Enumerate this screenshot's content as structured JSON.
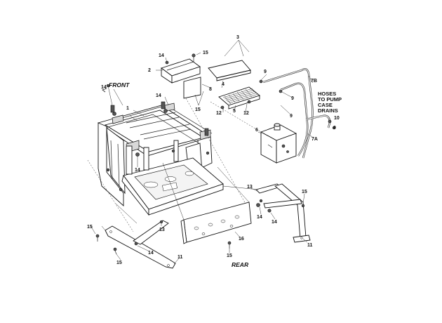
{
  "labels": {
    "front": "FRONT",
    "rear": "REAR",
    "hoses_note": [
      "HOSES",
      "TO PUMP",
      "CASE",
      "DRAINS"
    ]
  },
  "callouts": {
    "c1": "1",
    "c2": "2",
    "c3": "3",
    "c4": "4",
    "c5": "5",
    "c6": "6",
    "c7a": "7A",
    "c7b": "7B",
    "c8": "8",
    "c9a": "9",
    "c9b": "9",
    "c9c": "9",
    "c10": "10",
    "c11a": "11",
    "c11b": "11",
    "c12a": "12",
    "c12b": "12",
    "c13a": "13",
    "c13b": "13",
    "c14a": "14",
    "c14b": "14",
    "c14c": "14",
    "c14d": "14",
    "c14e": "14",
    "c14f": "14",
    "c15a": "15",
    "c15b": "15",
    "c15c": "15",
    "c15d": "15",
    "c15e": "15",
    "c15f": "15",
    "c16": "16"
  }
}
